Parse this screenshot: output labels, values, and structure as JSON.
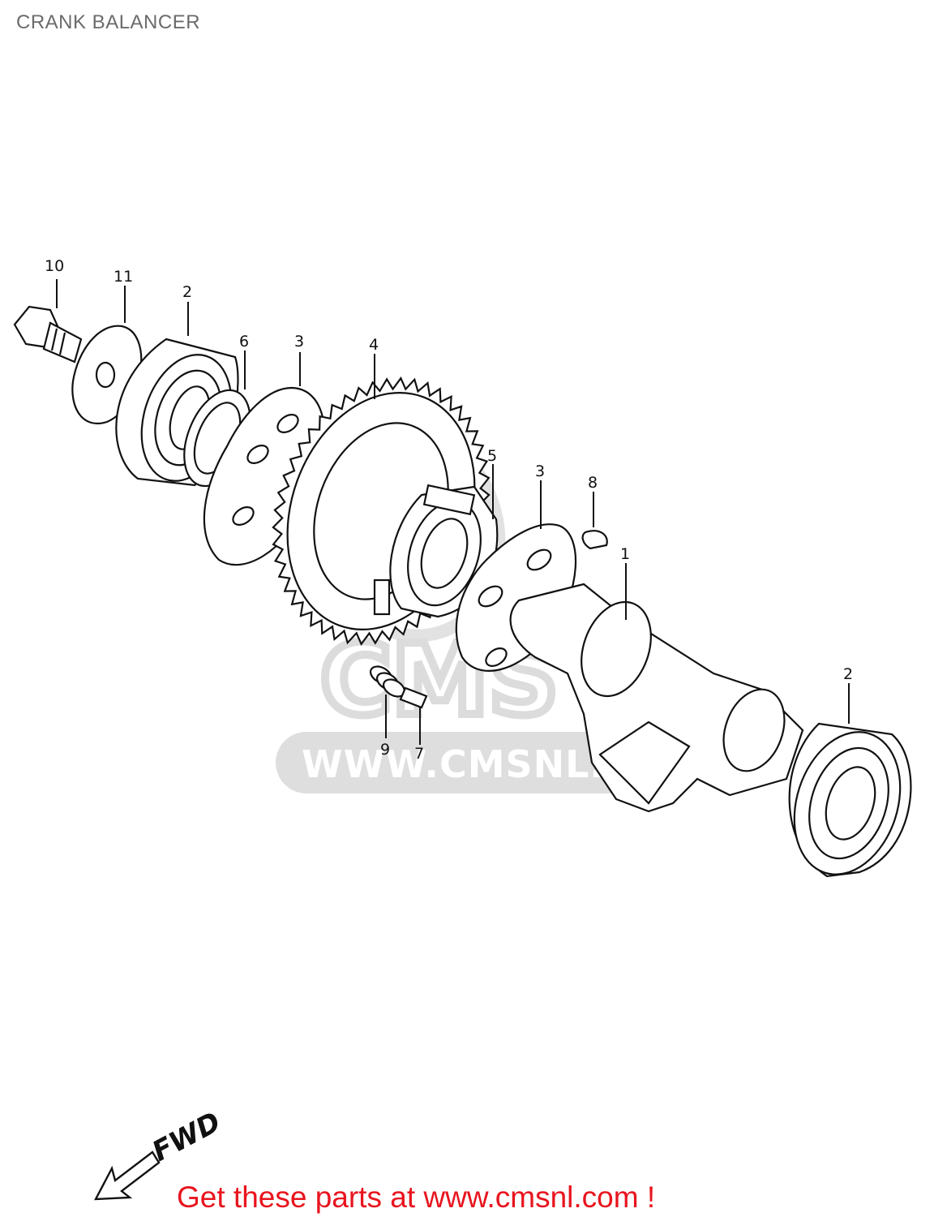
{
  "title": "CRANK BALANCER",
  "watermark": {
    "logo": "CMS",
    "url": "WWW.CMSNL.COM"
  },
  "direction_label": "FWD",
  "promo_text": "Get these parts at www.cmsnl.com !",
  "callouts": [
    {
      "id": "c10",
      "number": "10"
    },
    {
      "id": "c11",
      "number": "11"
    },
    {
      "id": "c2a",
      "number": "2"
    },
    {
      "id": "c6",
      "number": "6"
    },
    {
      "id": "c3a",
      "number": "3"
    },
    {
      "id": "c4",
      "number": "4"
    },
    {
      "id": "c5",
      "number": "5"
    },
    {
      "id": "c3b",
      "number": "3"
    },
    {
      "id": "c8",
      "number": "8"
    },
    {
      "id": "c1",
      "number": "1"
    },
    {
      "id": "c2b",
      "number": "2"
    },
    {
      "id": "c9",
      "number": "9"
    },
    {
      "id": "c7",
      "number": "7"
    }
  ],
  "colors": {
    "title": "#6b6b6b",
    "promo": "#e8141e",
    "line_art": "#111111",
    "watermark": "#dcdcdc"
  }
}
